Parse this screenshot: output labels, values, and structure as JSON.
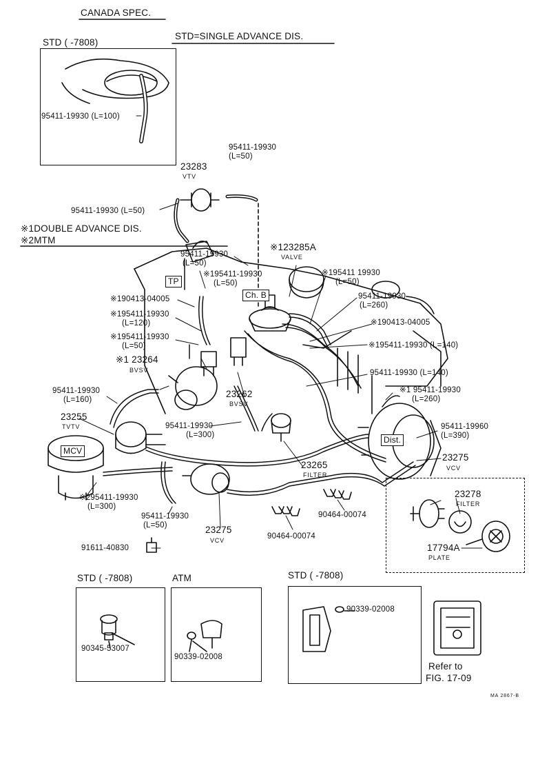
{
  "header": {
    "title": "CANADA SPEC.",
    "std_note": "STD=SINGLE ADVANCE DIS.",
    "std_top_label": "STD (         -7808)"
  },
  "notes": {
    "n1": "※1DOUBLE ADVANCE DIS.",
    "n2": "※2MTM"
  },
  "boxed": {
    "tp": "TP",
    "chb": "Ch. B",
    "mcv": "MCV",
    "dist": "Dist."
  },
  "parts": {
    "hose_100": "95411-19930 (L=100)",
    "top_hose": "95411-19930",
    "top_hose_len": "(L=50)",
    "vtv_num": "23283",
    "vtv_name": "VTV",
    "vtv_hose": "95411-19930 (L=50)",
    "tp_hose": "95411-19930",
    "tp_hose_len": "(L=50)",
    "valve_num": "※123285A",
    "valve_name": "VALVE",
    "h_195_a": "※195411-19930",
    "h_195_a_len": "(L=50)",
    "h_right_a": "※195411 19930",
    "h_right_a_len": "(L=50)",
    "h_right_b": "95411-19930",
    "h_right_b_len": "(L=260)",
    "c_190413_l": "※190413-04005",
    "h_120": "※195411-19930",
    "h_120_len": "(L=120)",
    "c_190413_r": "※190413-04005",
    "h_50_l": "※195411-19930",
    "h_50_l_len": "(L=50)",
    "h_140_a": "※195411-19930 (L=140)",
    "bvsv_l_num": "※1 23264",
    "bvsv_l_name": "BVSV",
    "h_140_b": "95411-19930 (L=140)",
    "h_160": "95411-19930",
    "h_160_len": "(L=160)",
    "h_260": "※1 95411-19930",
    "h_260_len": "(L=260)",
    "bvsv_r_num": "23262",
    "bvsv_r_name": "BVSV",
    "tvtv_num": "23255",
    "tvtv_name": "TVTV",
    "h_300": "95411-19930",
    "h_300_len": "(L=300)",
    "h_390": "95411-19960",
    "h_390_len": "(L=390)",
    "filter_num": "23265",
    "filter_name": "FILTER",
    "vcv_r_num": "23275",
    "vcv_r_name": "VCV",
    "h_300b": "※295411-19930",
    "h_300b_len": "(L=300)",
    "clip_a": "90464-00074",
    "clip_b": "90464-00074",
    "h_50_b": "95411-19930",
    "h_50_b_len": "(L=50)",
    "vcv_b_num": "23275",
    "vcv_b_name": "VCV",
    "filter2_num": "23278",
    "filter2_name": "FILTER",
    "plate_num": "17794A",
    "plate_name": "PLATE",
    "plug": "91611-40830"
  },
  "bottom": {
    "std1": "STD (       -7808)",
    "atm": "ATM",
    "std2": "STD (       -7808)",
    "p_90345": "90345-53007",
    "p_90339_a": "90339-02008",
    "p_90339_b": "90339-02008",
    "refer": "Refer to",
    "fig": "FIG. 17-09",
    "code": "MA 2867-B"
  },
  "colors": {
    "ink": "#111111",
    "paper": "#ffffff"
  }
}
